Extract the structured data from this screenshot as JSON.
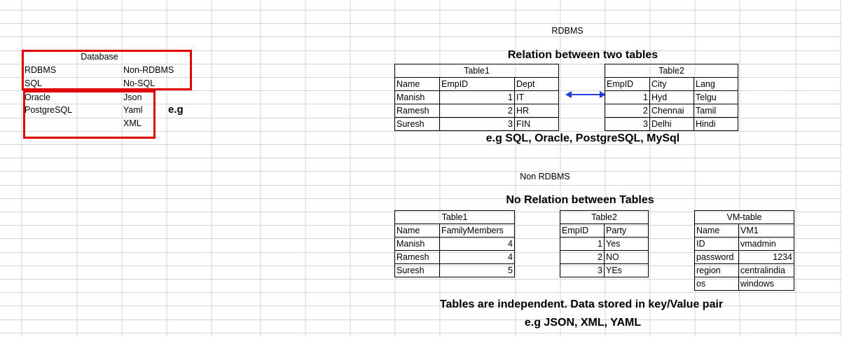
{
  "left_panel": {
    "header": "Database",
    "rows": [
      {
        "a": "RDBMS",
        "b": "Non-RDBMS"
      },
      {
        "a": "SQL",
        "b": "No-SQL"
      },
      {
        "a": "Oracle",
        "b": "Json"
      },
      {
        "a": "PostgreSQL",
        "b": "Yaml"
      },
      {
        "a": "",
        "b": "XML"
      }
    ],
    "eg": "e.g"
  },
  "rdbms": {
    "section_label": "RDBMS",
    "title": "Relation between two tables",
    "table1": {
      "caption": "Table1",
      "headers": [
        "Name",
        "EmpID",
        "Dept"
      ],
      "rows": [
        [
          "Manish",
          "1",
          "IT"
        ],
        [
          "Ramesh",
          "2",
          "HR"
        ],
        [
          "Suresh",
          "3",
          "FIN"
        ]
      ]
    },
    "table2": {
      "caption": "Table2",
      "headers": [
        "EmpID",
        "City",
        "Lang"
      ],
      "rows": [
        [
          "1",
          "Hyd",
          "Telgu"
        ],
        [
          "2",
          "Chennai",
          "Tamil"
        ],
        [
          "3",
          "Delhi",
          "Hindi"
        ]
      ]
    },
    "arrow_color": "#1f3fdc",
    "examples": "e.g SQL, Oracle, PostgreSQL, MySql"
  },
  "non_rdbms": {
    "section_label": "Non RDBMS",
    "title": "No Relation between Tables",
    "table1": {
      "caption": "Table1",
      "headers": [
        "Name",
        "FamilyMembers"
      ],
      "rows": [
        [
          "Manish",
          "4"
        ],
        [
          "Ramesh",
          "4"
        ],
        [
          "Suresh",
          "5"
        ]
      ]
    },
    "table2": {
      "caption": "Table2",
      "headers": [
        "EmpID",
        "Party"
      ],
      "rows": [
        [
          "1",
          "Yes"
        ],
        [
          "2",
          "NO"
        ],
        [
          "3",
          "YEs"
        ]
      ]
    },
    "vm_table": {
      "caption": "VM-table",
      "rows": [
        [
          "Name",
          "VM1"
        ],
        [
          "ID",
          "vmadmin"
        ],
        [
          "password",
          "1234"
        ],
        [
          "region",
          "centralindia"
        ],
        [
          "os",
          "windows"
        ]
      ]
    },
    "note": "Tables are independent. Data stored in key/Value pair",
    "examples": "e.g JSON, XML, YAML"
  },
  "colors": {
    "highlight_box": "#e00000",
    "gridline": "#d4d4d4"
  }
}
